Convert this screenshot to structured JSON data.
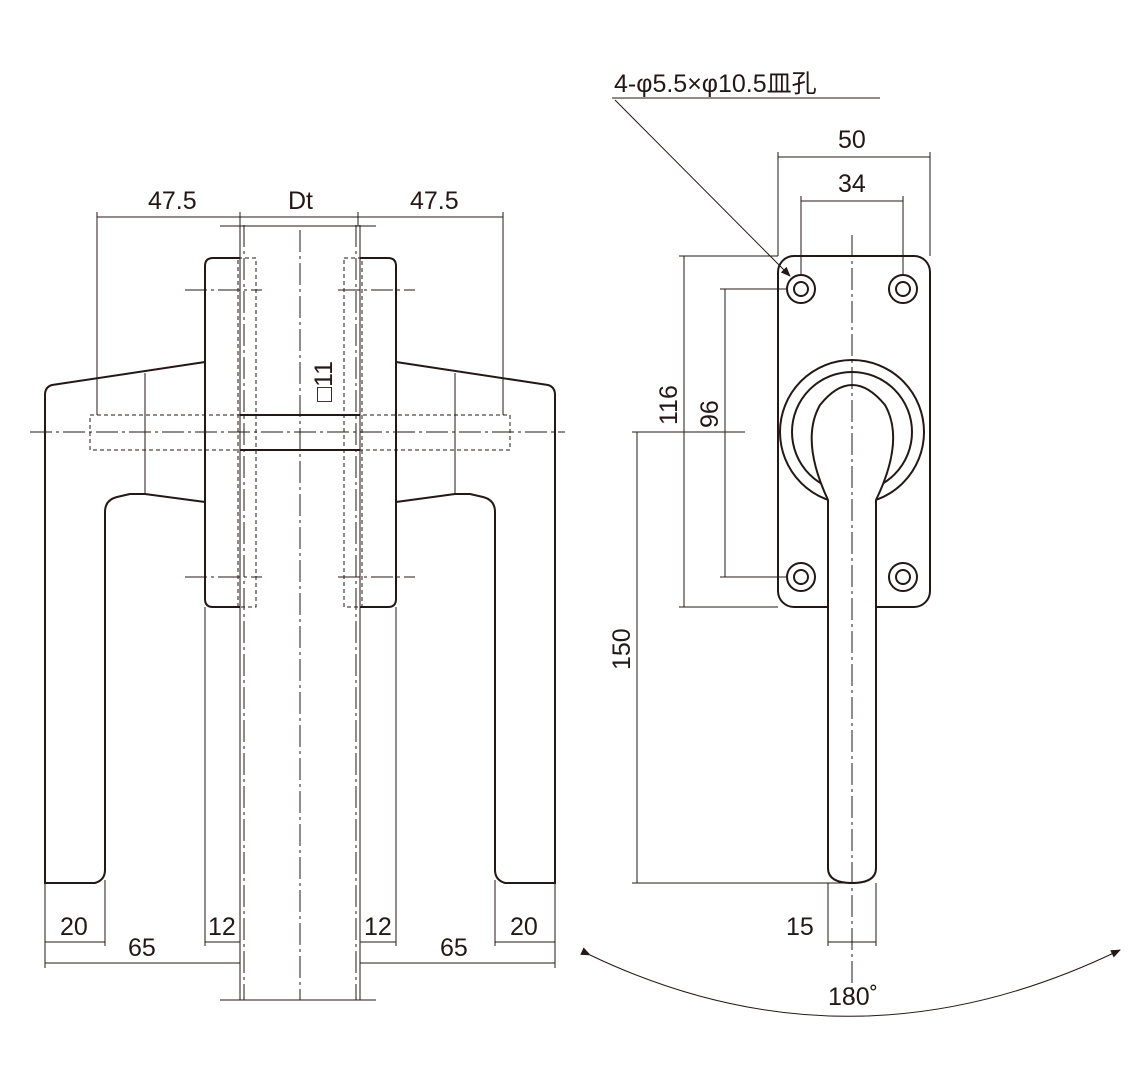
{
  "left_view": {
    "dim_left_offset": "47.5",
    "dim_door_thickness": "Dt",
    "dim_right_offset": "47.5",
    "dim_spindle": "□11",
    "dim_left_grip": "20",
    "dim_left_rose": "12",
    "dim_left_projection": "65",
    "dim_right_rose": "12",
    "dim_right_projection": "65",
    "dim_right_grip": "20"
  },
  "right_view": {
    "hole_note": "4-φ5.5×φ10.5皿孔",
    "dim_plate_width": "50",
    "dim_hole_pitch_x": "34",
    "dim_plate_height": "116",
    "dim_hole_pitch_y": "96",
    "dim_lever_length": "150",
    "dim_lever_width": "15",
    "rotation_angle": "180˚"
  }
}
